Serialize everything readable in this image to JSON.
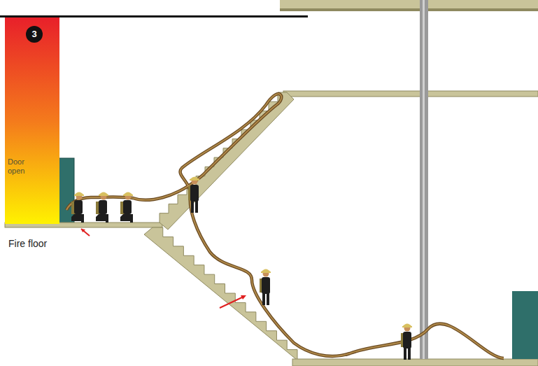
{
  "diagram": {
    "nodes": [
      {
        "text": [
          "Door open"
        ]
      },
      {
        "text": [
          "3"
        ],
        "in": 0
      }
    ],
    "labels": [
      "Fire floor"
    ]
  }
}
